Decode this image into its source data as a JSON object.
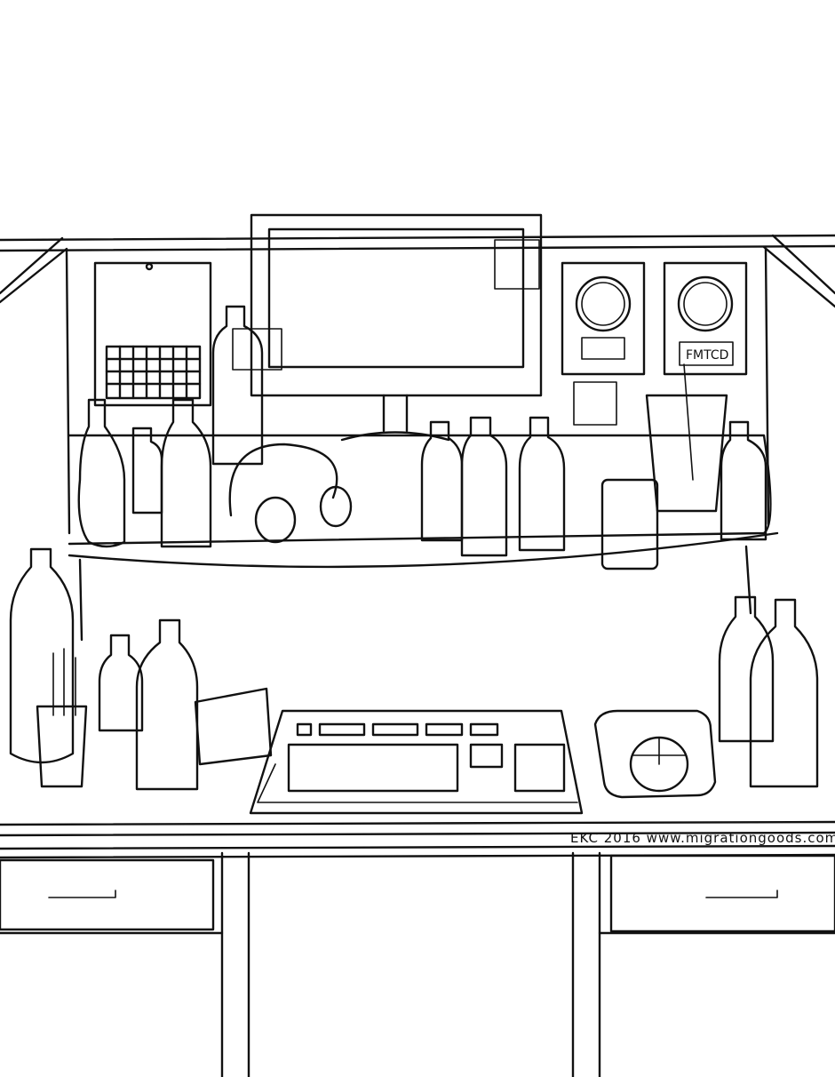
{
  "drawing": {
    "style": "black line-art coloring page",
    "ink_color": "#111111",
    "paper_color": "#ffffff"
  },
  "plaque_label": "FMTCD",
  "credit": "EKC 2016 www.migrationgoods.com"
}
